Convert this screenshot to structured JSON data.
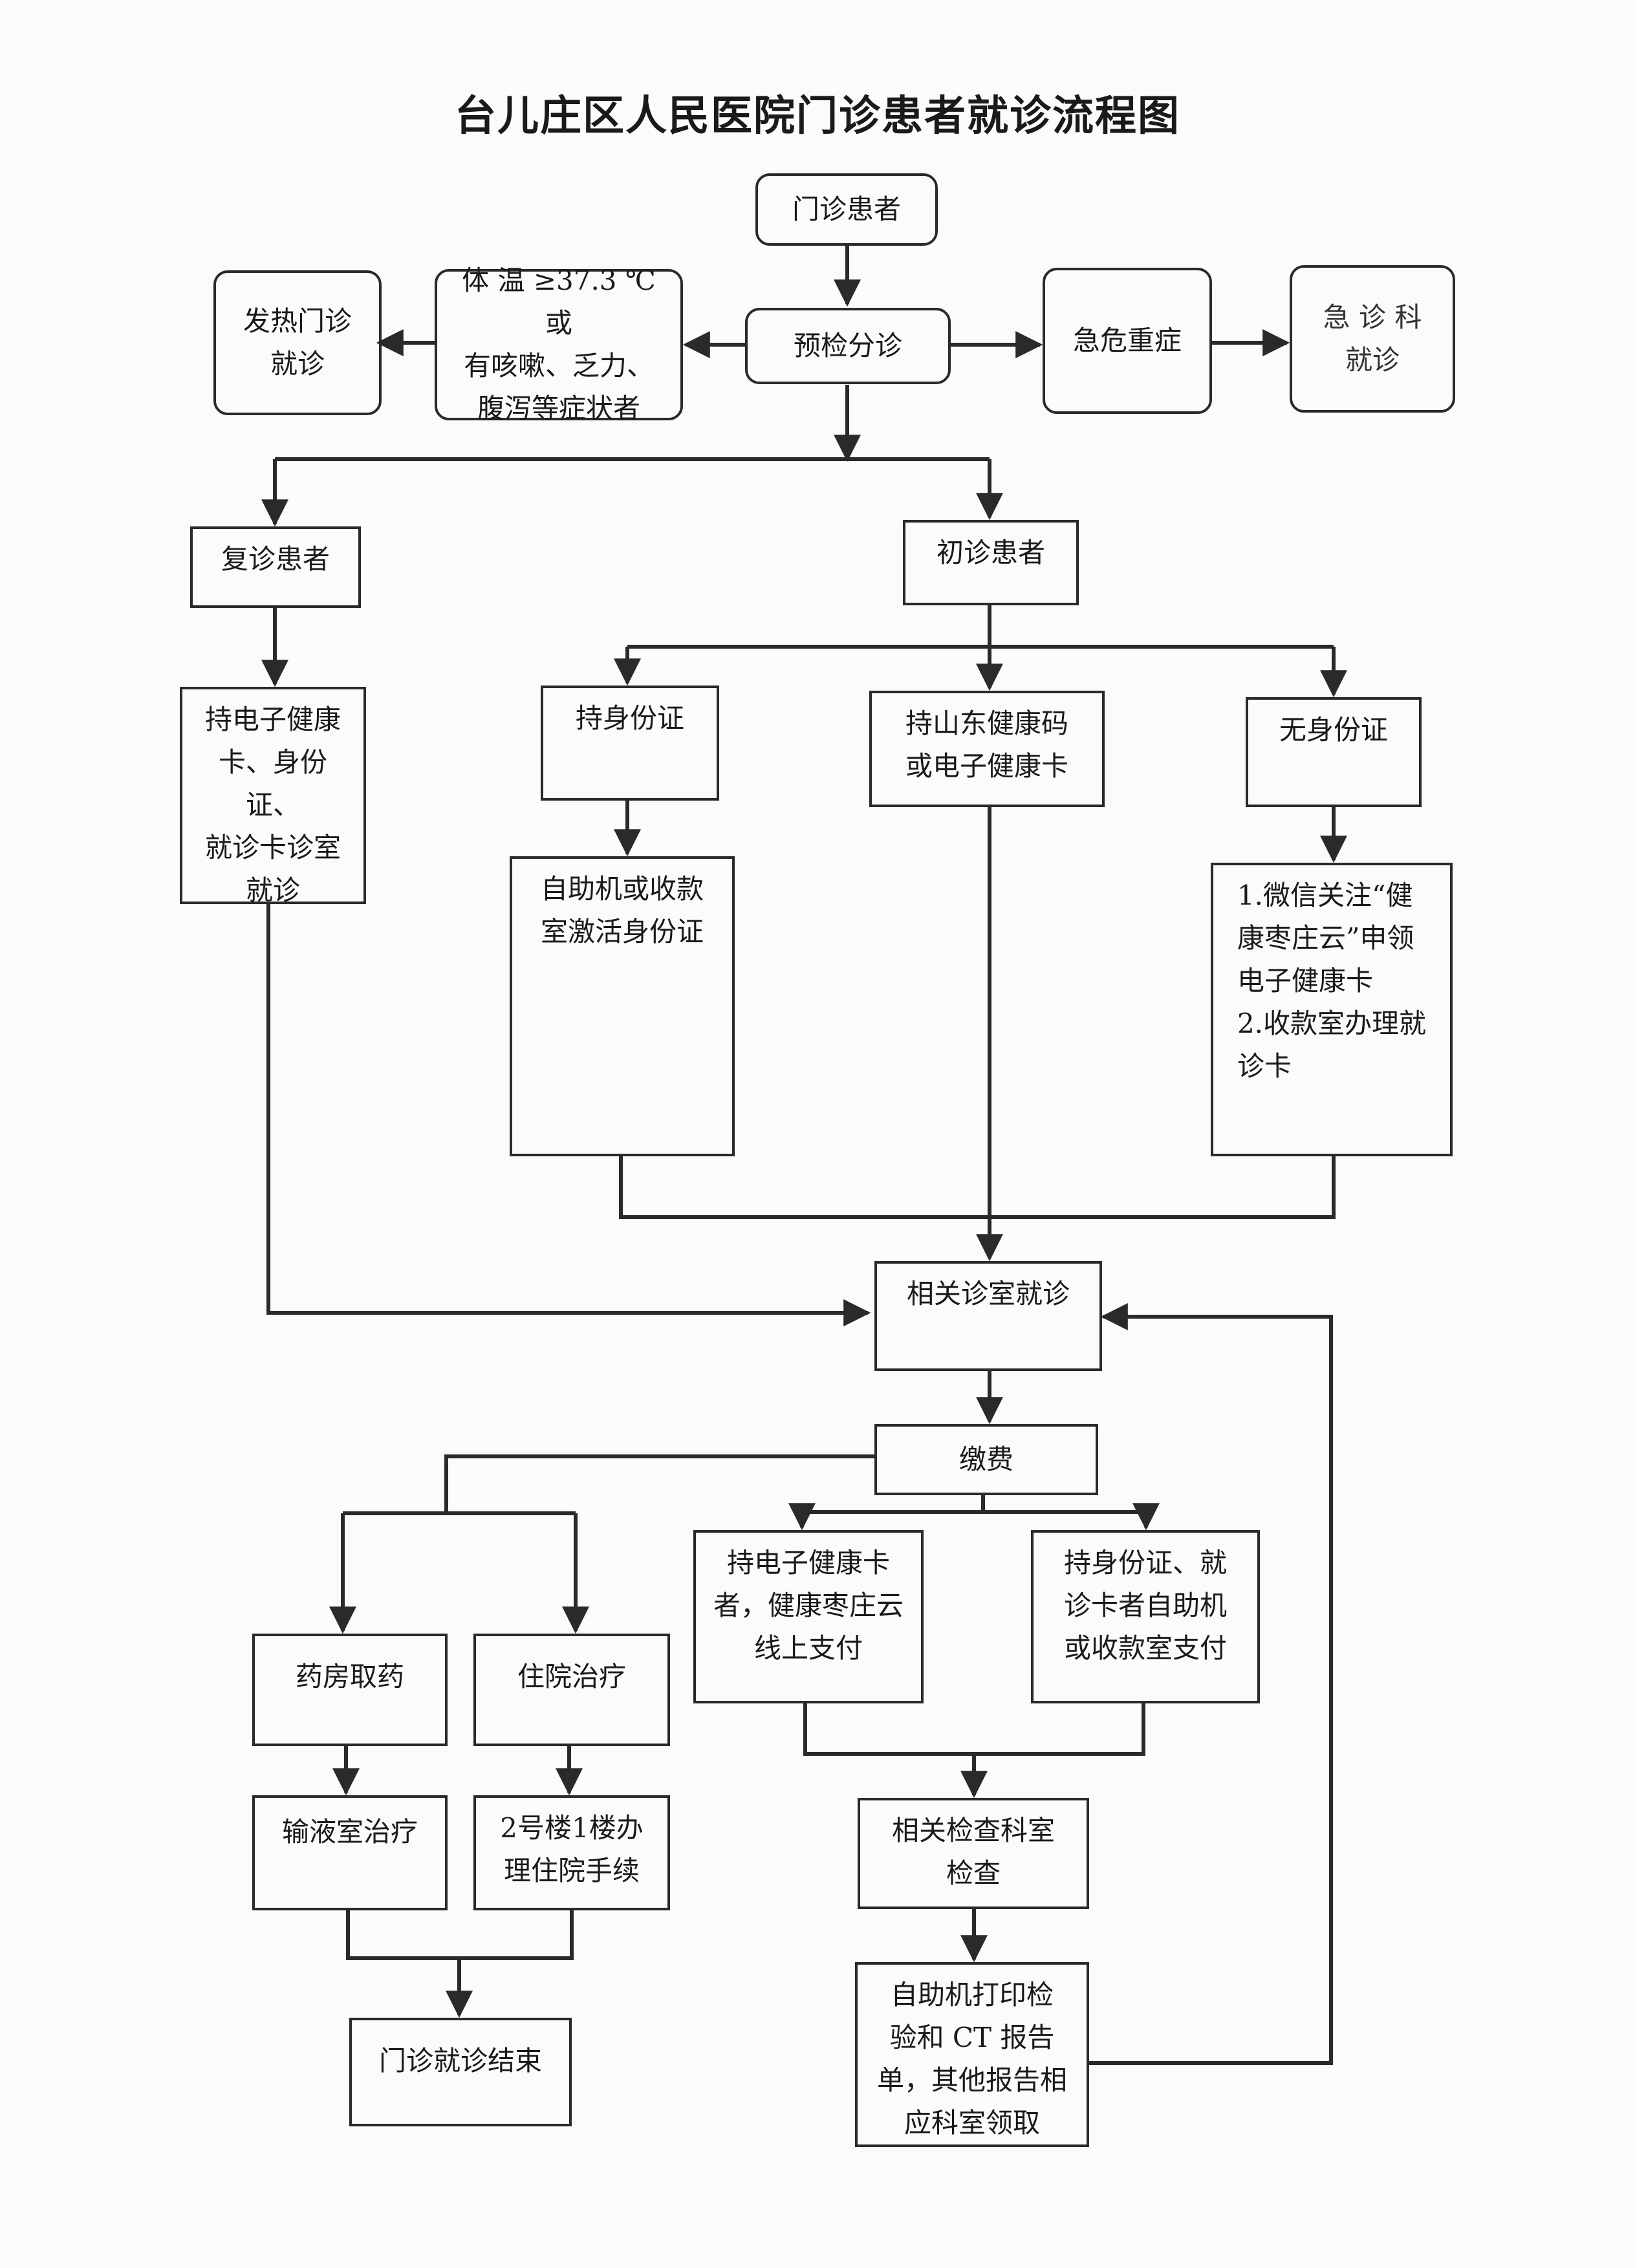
{
  "title": "台儿庄区人民医院门诊患者就诊流程图",
  "nodes": {
    "outpatient": "门诊患者",
    "triage": "预检分诊",
    "symptoms": "体 温 ≥37.3 ℃ 或\n有咳嗽、乏力、\n腹泻等症状者",
    "fever_clinic": "发热门诊\n就诊",
    "critical": "急危重症",
    "emergency": "急 诊 科\n就诊",
    "return_patient": "复诊患者",
    "first_patient": "初诊患者",
    "return_card": "持电子健康\n卡、身份证、\n就诊卡诊室\n就诊",
    "with_id": "持身份证",
    "with_health_code": "持山东健康码\n或电子健康卡",
    "no_id": "无身份证",
    "activate_id": "自助机或收款\n室激活身份证",
    "no_id_steps": "1.微信关注“健\n康枣庄云”申领\n电子健康卡\n2.收款室办理就\n诊卡",
    "clinic_visit": "相关诊室就诊",
    "payment": "缴费",
    "pharmacy": "药房取药",
    "hospitalization": "住院治疗",
    "online_pay": "持电子健康卡\n者，健康枣庄云\n线上支付",
    "machine_pay": "持身份证、就\n诊卡者自助机\n或收款室支付",
    "infusion": "输液室治疗",
    "admission": "2号楼1楼办\n理住院手续",
    "exam": "相关检查科室\n检查",
    "visit_end": "门诊就诊结束",
    "print_report": "自助机打印检\n验和 CT 报告\n单，其他报告相\n应科室领取"
  }
}
